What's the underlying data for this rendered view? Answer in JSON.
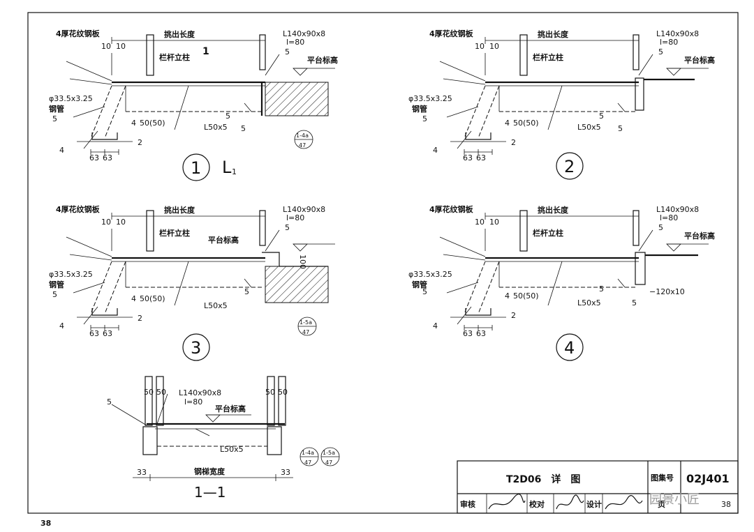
{
  "labels": {
    "plate": "4厚花纹钢板",
    "overhang": "挑出长度",
    "angle_big": "L140x90x8",
    "angle_len": "l=80",
    "post": "栏杆立柱",
    "platform": "平台标高",
    "pipe": "φ33.5x3.25",
    "pipe2": "钢管",
    "angle_small": "L50x5",
    "weld4": "4",
    "weld5": "5",
    "weld_4_50": "4",
    "weld_4_50_text": "50(50)",
    "two": "2",
    "ten": "10",
    "sixty_three": "63",
    "hundred": "100",
    "plate_120": "−120x10",
    "fifty": "50",
    "thirtythree": "33",
    "stair_width": "钢梯宽度",
    "section_mark": "1",
    "sec_L": "L",
    "sec_sub": "1",
    "ref_top_a": "1-4a",
    "ref_top_b": "1-5a",
    "ref_bottom": "47"
  },
  "details": [
    "1",
    "2",
    "3",
    "4"
  ],
  "section_title": "1—1",
  "title_block": {
    "title": "T2D06　详　图",
    "atlas_label": "图集号",
    "atlas_no": "02J401",
    "review": "审核",
    "check": "校对",
    "design": "设计",
    "page_label": "页",
    "page_no": "38"
  },
  "page_number": "38",
  "watermark": "园景小匠"
}
